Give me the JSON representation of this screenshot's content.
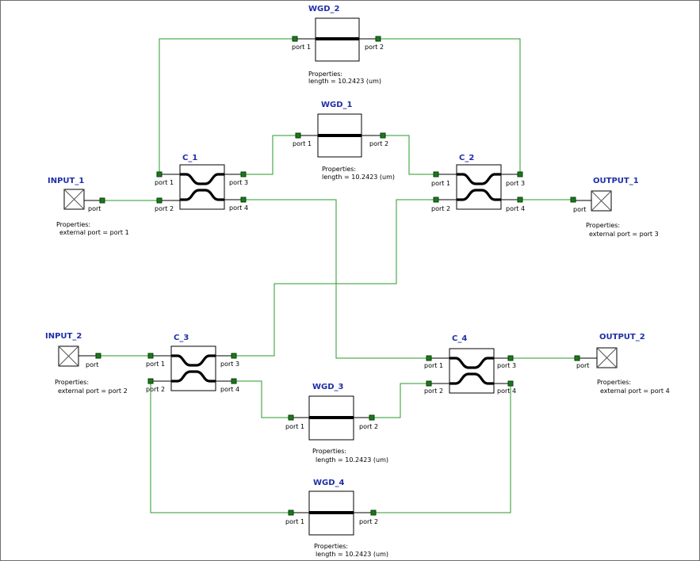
{
  "colors": {
    "wire": "#2a9a2a",
    "pin": "#1a7a1a",
    "title": "#1f2fa8"
  },
  "properties_label": "Properties:",
  "components": {
    "WGD_2": {
      "title": "WGD_2",
      "port_labels": [
        "port 1",
        "port 2"
      ],
      "property": "length = 10.2423 (um)"
    },
    "WGD_1": {
      "title": "WGD_1",
      "port_labels": [
        "port 1",
        "port 2"
      ],
      "property": "length = 10.2423 (um)"
    },
    "WGD_3": {
      "title": "WGD_3",
      "port_labels": [
        "port 1",
        "port 2"
      ],
      "property": "length = 10.2423 (um)"
    },
    "WGD_4": {
      "title": "WGD_4",
      "port_labels": [
        "port 1",
        "port 2"
      ],
      "property": "length = 10.2423 (um)"
    },
    "C_1": {
      "title": "C_1",
      "port_labels": [
        "port 1",
        "port 2",
        "port 3",
        "port 4"
      ]
    },
    "C_2": {
      "title": "C_2",
      "port_labels": [
        "port 1",
        "port 2",
        "port 3",
        "port 4"
      ]
    },
    "C_3": {
      "title": "C_3",
      "port_labels": [
        "port 1",
        "port 2",
        "port 3",
        "port 4"
      ]
    },
    "C_4": {
      "title": "C_4",
      "port_labels": [
        "port 1",
        "port 2",
        "port 3",
        "port 4"
      ]
    },
    "INPUT_1": {
      "title": "INPUT_1",
      "port_label": "port",
      "property": "external port = port 1"
    },
    "INPUT_2": {
      "title": "INPUT_2",
      "port_label": "port",
      "property": "external port = port 2"
    },
    "OUTPUT_1": {
      "title": "OUTPUT_1",
      "port_label": "port",
      "property": "external port = port 3"
    },
    "OUTPUT_2": {
      "title": "OUTPUT_2",
      "port_label": "port",
      "property": "external port = port 4"
    }
  },
  "connections": [
    {
      "from": "INPUT_1.port",
      "to": "C_1.port 2"
    },
    {
      "from": "C_1.port 1",
      "to": "WGD_2.port 1"
    },
    {
      "from": "WGD_2.port 2",
      "to": "C_2.port 3"
    },
    {
      "from": "C_1.port 3",
      "to": "WGD_1.port 1"
    },
    {
      "from": "WGD_1.port 2",
      "to": "C_2.port 1"
    },
    {
      "from": "C_1.port 4",
      "to": "C_4.port 1"
    },
    {
      "from": "C_2.port 2",
      "to": "C_3.port 3"
    },
    {
      "from": "C_2.port 4",
      "to": "OUTPUT_1.port"
    },
    {
      "from": "INPUT_2.port",
      "to": "C_3.port 1"
    },
    {
      "from": "C_3.port 4",
      "to": "WGD_3.port 1"
    },
    {
      "from": "WGD_3.port 2",
      "to": "C_4.port 2"
    },
    {
      "from": "C_3.port 2",
      "to": "WGD_4.port 1"
    },
    {
      "from": "WGD_4.port 2",
      "to": "C_4.port 4"
    },
    {
      "from": "C_4.port 3",
      "to": "OUTPUT_2.port"
    }
  ]
}
